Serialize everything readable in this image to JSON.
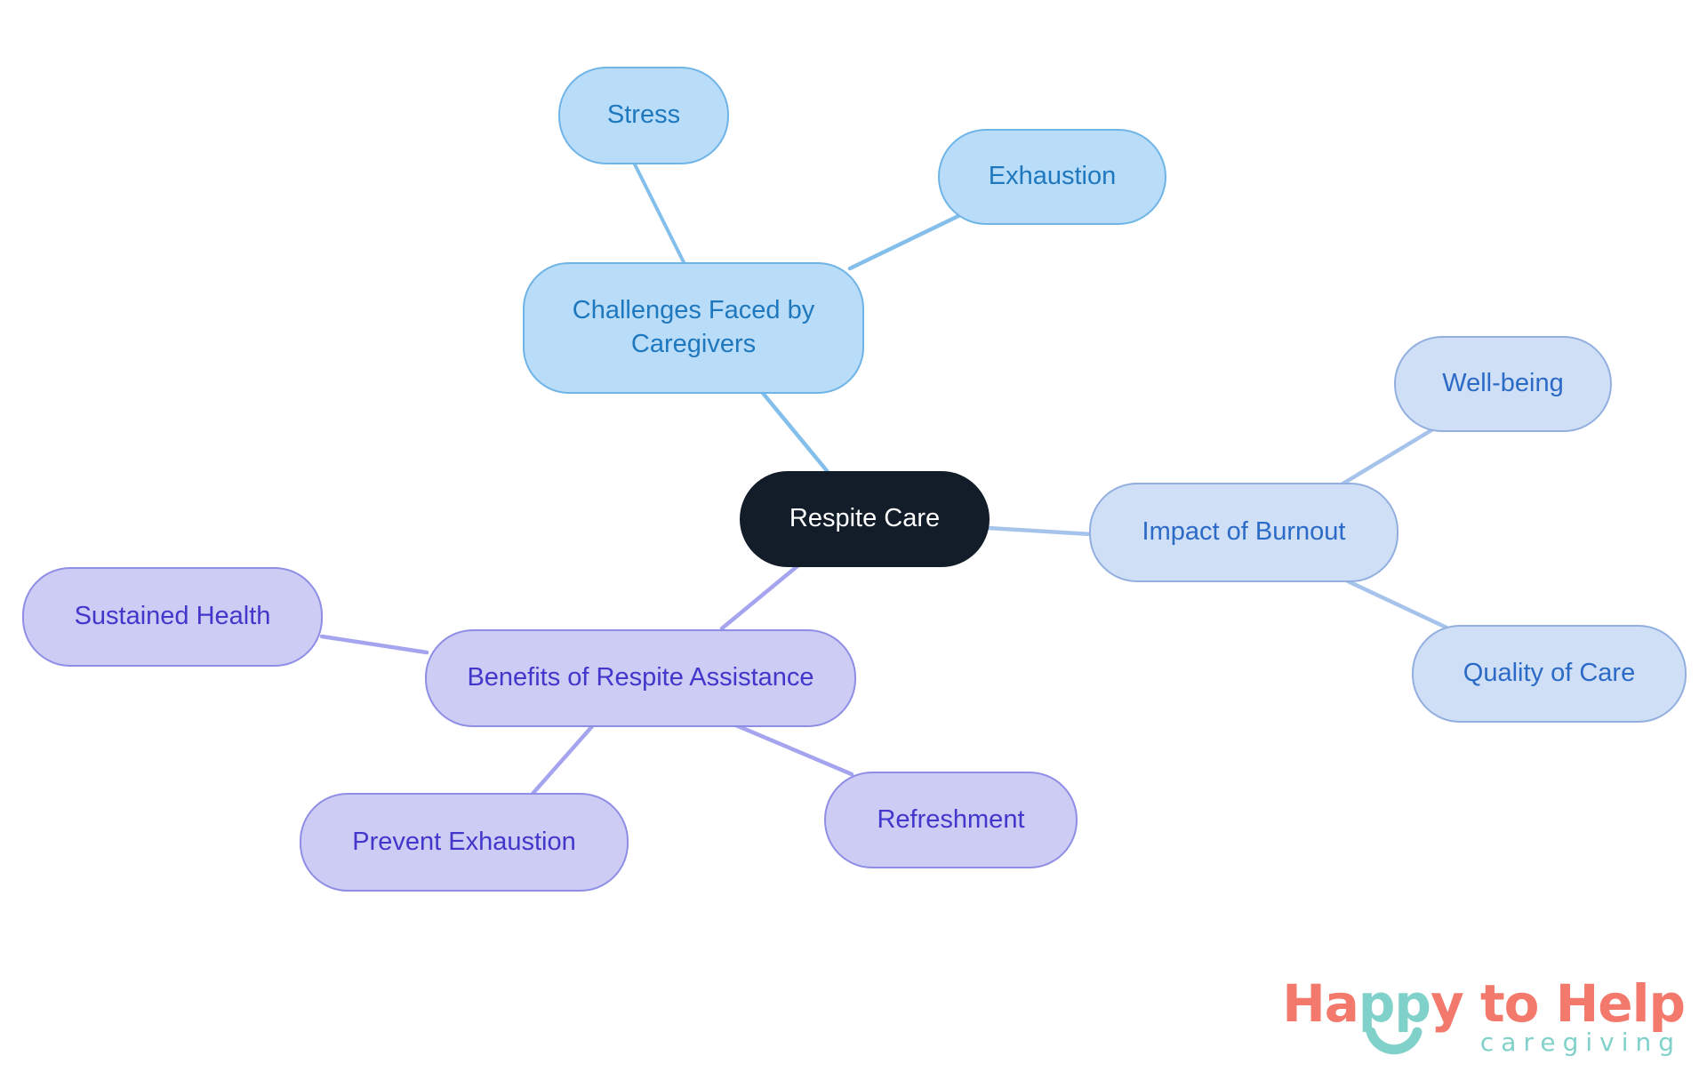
{
  "palette": {
    "background": "#FFFFFF",
    "center_fill": "#131C29",
    "center_text": "#FFFFFF",
    "challenges_fill": "#B9DDF8",
    "challenges_border": "#6FB4E7",
    "challenges_text": "#1F78BE",
    "challenges_edge": "#84BFEC",
    "impact_fill": "#CFDFF6",
    "impact_border": "#92AFDF",
    "impact_text": "#2B6AC6",
    "impact_edge": "#A6C3EC",
    "benefits_fill": "#CDCCF4",
    "benefits_border": "#8E8EE6",
    "benefits_text": "#4236CB",
    "benefits_edge": "#A5A4EE",
    "logo_coral": "#F2796B",
    "logo_teal": "#80D1C9"
  },
  "nodes": {
    "center": {
      "label": "Respite Care"
    },
    "challenges": {
      "label": "Challenges Faced by Caregivers"
    },
    "stress": {
      "label": "Stress"
    },
    "exhaustion": {
      "label": "Exhaustion"
    },
    "impact": {
      "label": "Impact of Burnout"
    },
    "wellbeing": {
      "label": "Well-being"
    },
    "quality": {
      "label": "Quality of Care"
    },
    "benefits": {
      "label": "Benefits of Respite Assistance"
    },
    "sustained": {
      "label": "Sustained Health"
    },
    "prevent": {
      "label": "Prevent Exhaustion"
    },
    "refreshment": {
      "label": "Refreshment"
    }
  },
  "structure": {
    "root": "Respite Care",
    "branches": [
      {
        "label": "Challenges Faced by Caregivers",
        "children": [
          "Stress",
          "Exhaustion"
        ]
      },
      {
        "label": "Impact of Burnout",
        "children": [
          "Well-being",
          "Quality of Care"
        ]
      },
      {
        "label": "Benefits of Respite Assistance",
        "children": [
          "Sustained Health",
          "Prevent Exhaustion",
          "Refreshment"
        ]
      }
    ]
  },
  "logo": {
    "part_ha": "Ha",
    "part_pp": "pp",
    "part_y_to_help": "y to Help",
    "caption": "caregiving"
  }
}
